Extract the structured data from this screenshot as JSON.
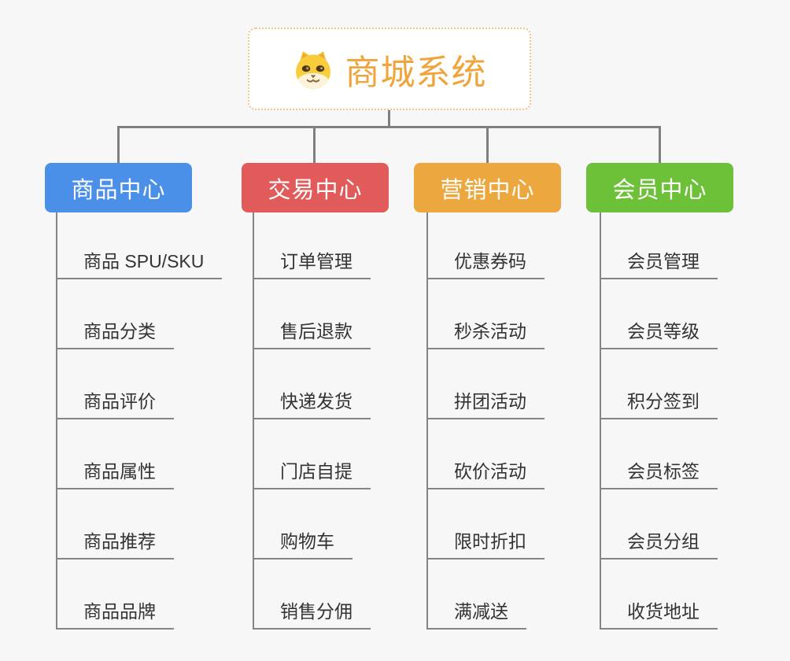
{
  "canvas": {
    "background": "#F7F7F7",
    "connector_color": "#7F7F7F",
    "underline_color": "#858585",
    "item_text_color": "#333333"
  },
  "root": {
    "title": "商城系统",
    "icon": "shiba-dog-icon",
    "text_color": "#F0A43C",
    "border_color": "#F2C584"
  },
  "branches": [
    {
      "label": "商品中心",
      "color": "#4A8FE8",
      "children": [
        "商品 SPU/SKU",
        "商品分类",
        "商品评价",
        "商品属性",
        "商品推荐",
        "商品品牌"
      ]
    },
    {
      "label": "交易中心",
      "color": "#E25B5B",
      "children": [
        "订单管理",
        "售后退款",
        "快递发货",
        "门店自提",
        "购物车",
        "销售分佣"
      ]
    },
    {
      "label": "营销中心",
      "color": "#ECA83E",
      "children": [
        "优惠券码",
        "秒杀活动",
        "拼团活动",
        "砍价活动",
        "限时折扣",
        "满减送"
      ]
    },
    {
      "label": "会员中心",
      "color": "#6CC138",
      "children": [
        "会员管理",
        "会员等级",
        "积分签到",
        "会员标签",
        "会员分组",
        "收货地址"
      ]
    }
  ]
}
